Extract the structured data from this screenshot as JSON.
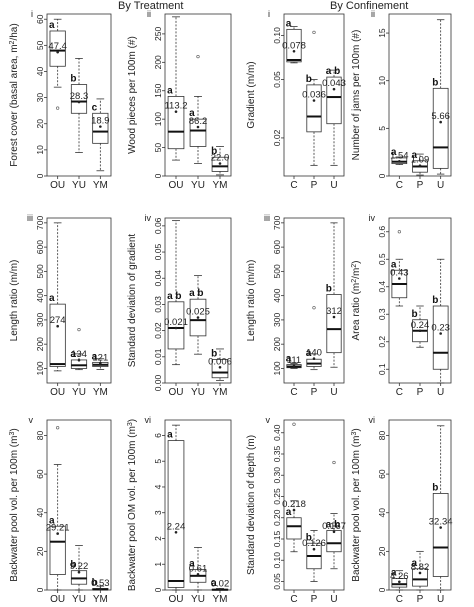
{
  "groups": {
    "left_title": "By Treatment",
    "right_title": "By Confinement"
  },
  "chart_data": [
    {
      "id": "t-i",
      "type": "boxplot",
      "roman": "i",
      "ylabel": "Forest cover (basal area, m²/ha)",
      "categories": [
        "OU",
        "YU",
        "YM"
      ],
      "ylim": [
        0,
        62
      ],
      "yticks": [
        0,
        10,
        20,
        30,
        40,
        50,
        60
      ],
      "log": false,
      "boxes": [
        {
          "wlo": 34,
          "q1": 42,
          "med": 48,
          "q3": 55.5,
          "whi": 60,
          "mean": 47.4,
          "mean_label": "47.4",
          "letter": "a",
          "outliers": [
            26
          ]
        },
        {
          "wlo": 9,
          "q1": 24,
          "med": 28.5,
          "q3": 35,
          "whi": 45,
          "mean": 28.3,
          "mean_label": "28.3",
          "letter": "b",
          "outliers": []
        },
        {
          "wlo": 2,
          "q1": 12.5,
          "med": 17,
          "q3": 24,
          "whi": 29.5,
          "mean": 18.9,
          "mean_label": "18.9",
          "letter": "c",
          "outliers": []
        }
      ]
    },
    {
      "id": "t-ii",
      "type": "boxplot",
      "roman": "ii",
      "ylabel": "Wood pieces per 100m (#)",
      "categories": [
        "OU",
        "YU",
        "YM"
      ],
      "ylim": [
        0,
        285
      ],
      "yticks": [
        0,
        50,
        100,
        150,
        200,
        250
      ],
      "log": false,
      "boxes": [
        {
          "wlo": 28,
          "q1": 48,
          "med": 78,
          "q3": 140,
          "whi": 280,
          "mean": 113.2,
          "mean_label": "113.2",
          "letter": "a",
          "outliers": []
        },
        {
          "wlo": 22,
          "q1": 52,
          "med": 80,
          "q3": 100,
          "whi": 140,
          "mean": 86.2,
          "mean_label": "86.2",
          "letter": "a",
          "outliers": [
            210
          ]
        },
        {
          "wlo": 2,
          "q1": 8,
          "med": 17,
          "q3": 33,
          "whi": 52,
          "mean": 22.0,
          "mean_label": "22.0",
          "letter": "b",
          "outliers": []
        }
      ]
    },
    {
      "id": "c-i",
      "type": "boxplot",
      "roman": "i",
      "ylabel": "Gradient (m/m)",
      "categories": [
        "C",
        "P",
        "U"
      ],
      "ylim": [
        0.011,
        0.14
      ],
      "yticks": [
        0.02,
        0.05,
        0.1
      ],
      "ytick_labels": [
        "0.02",
        "0.05",
        "0.10"
      ],
      "log": true,
      "boxes": [
        {
          "wlo": 0.065,
          "q1": 0.066,
          "med": 0.068,
          "q3": 0.11,
          "whi": 0.115,
          "mean": 0.078,
          "mean_label": "0.078",
          "letter": "a",
          "outliers": []
        },
        {
          "wlo": 0.013,
          "q1": 0.022,
          "med": 0.028,
          "q3": 0.046,
          "whi": 0.05,
          "mean": 0.036,
          "mean_label": "0.036",
          "letter": "b",
          "outliers": [
            0.105
          ]
        },
        {
          "wlo": 0.013,
          "q1": 0.025,
          "med": 0.038,
          "q3": 0.052,
          "whi": 0.058,
          "mean": 0.043,
          "mean_label": "0.043",
          "letter": "a b",
          "outliers": []
        }
      ]
    },
    {
      "id": "c-ii",
      "type": "boxplot",
      "roman": "ii",
      "ylabel": "Number of jams per 100m (#)",
      "categories": [
        "C",
        "P",
        "U"
      ],
      "ylim": [
        0,
        17
      ],
      "yticks": [
        0,
        5,
        10,
        15
      ],
      "log": false,
      "boxes": [
        {
          "wlo": 1.2,
          "q1": 1.3,
          "med": 1.5,
          "q3": 1.9,
          "whi": 2.0,
          "mean": 1.54,
          "mean_label": "1.54",
          "letter": "a",
          "outliers": []
        },
        {
          "wlo": 0.1,
          "q1": 0.4,
          "med": 1.0,
          "q3": 1.6,
          "whi": 2.3,
          "mean": 1.09,
          "mean_label": "1.09",
          "letter": "a",
          "outliers": []
        },
        {
          "wlo": 0.2,
          "q1": 0.8,
          "med": 3.0,
          "q3": 9.2,
          "whi": 16.4,
          "mean": 5.66,
          "mean_label": "5.66",
          "letter": "b",
          "outliers": []
        }
      ]
    },
    {
      "id": "t-iii",
      "type": "boxplot",
      "roman": "iii",
      "ylabel": "Length ratio (m/m)",
      "categories": [
        "OU",
        "YU",
        "YM"
      ],
      "ylim": [
        40,
        720
      ],
      "yticks": [
        100,
        200,
        300,
        400,
        500,
        600,
        700
      ],
      "log": false,
      "boxes": [
        {
          "wlo": 90,
          "q1": 108,
          "med": 118,
          "q3": 365,
          "whi": 700,
          "mean": 274,
          "mean_label": "274",
          "letter": "a",
          "outliers": []
        },
        {
          "wlo": 95,
          "q1": 100,
          "med": 113,
          "q3": 135,
          "whi": 160,
          "mean": 134,
          "mean_label": "134",
          "letter": "a",
          "outliers": [
            260
          ]
        },
        {
          "wlo": 96,
          "q1": 108,
          "med": 115,
          "q3": 125,
          "whi": 140,
          "mean": 121,
          "mean_label": "121",
          "letter": "a",
          "outliers": []
        }
      ]
    },
    {
      "id": "t-iv",
      "type": "boxplot",
      "roman": "iv",
      "ylabel": "Standard deviation of gradient",
      "categories": [
        "OU",
        "YU",
        "YM"
      ],
      "ylim": [
        0,
        0.063
      ],
      "yticks": [
        0,
        0.01,
        0.02,
        0.03,
        0.04,
        0.05,
        0.06
      ],
      "ytick_labels": [
        "0.00",
        "0.01",
        "0.02",
        "0.03",
        "0.04",
        "0.05",
        "0.06"
      ],
      "log": false,
      "boxes": [
        {
          "wlo": 0.007,
          "q1": 0.013,
          "med": 0.021,
          "q3": 0.031,
          "whi": 0.062,
          "mean": 0.021,
          "mean_label": "0.021",
          "letter": "a b",
          "outliers": []
        },
        {
          "wlo": 0.011,
          "q1": 0.018,
          "med": 0.024,
          "q3": 0.032,
          "whi": 0.041,
          "mean": 0.025,
          "mean_label": "0.025",
          "letter": "a b",
          "outliers": []
        },
        {
          "wlo": 0.001,
          "q1": 0.002,
          "med": 0.004,
          "q3": 0.009,
          "whi": 0.013,
          "mean": 0.006,
          "mean_label": "0.006",
          "letter": "b",
          "outliers": []
        }
      ]
    },
    {
      "id": "c-iii",
      "type": "boxplot",
      "roman": "iii",
      "ylabel": "Length ratio (m/m)",
      "categories": [
        "C",
        "P",
        "U"
      ],
      "ylim": [
        40,
        720
      ],
      "yticks": [
        100,
        200,
        300,
        400,
        500,
        600,
        700
      ],
      "log": false,
      "boxes": [
        {
          "wlo": 100,
          "q1": 103,
          "med": 108,
          "q3": 116,
          "whi": 120,
          "mean": 111,
          "mean_label": "111",
          "letter": "a",
          "outliers": []
        },
        {
          "wlo": 95,
          "q1": 108,
          "med": 120,
          "q3": 138,
          "whi": 160,
          "mean": 140,
          "mean_label": "140",
          "letter": "a",
          "outliers": [
            350
          ]
        },
        {
          "wlo": 105,
          "q1": 165,
          "med": 262,
          "q3": 405,
          "whi": 700,
          "mean": 312,
          "mean_label": "312",
          "letter": "b",
          "outliers": []
        }
      ]
    },
    {
      "id": "c-iv",
      "type": "boxplot",
      "roman": "iv",
      "ylabel": "Area ratio (m²/m²)",
      "categories": [
        "C",
        "P",
        "U"
      ],
      "ylim": [
        0.05,
        0.65
      ],
      "yticks": [
        0.1,
        0.2,
        0.3,
        0.4,
        0.5,
        0.6
      ],
      "ytick_labels": [
        "0.1",
        "0.2",
        "0.3",
        "0.4",
        "0.5",
        "0.6"
      ],
      "log": false,
      "boxes": [
        {
          "wlo": 0.33,
          "q1": 0.36,
          "med": 0.41,
          "q3": 0.46,
          "whi": 0.5,
          "mean": 0.43,
          "mean_label": "0.43",
          "letter": "a",
          "outliers": [
            0.6
          ]
        },
        {
          "wlo": 0.18,
          "q1": 0.2,
          "med": 0.24,
          "q3": 0.28,
          "whi": 0.33,
          "mean": 0.24,
          "mean_label": "0.24",
          "letter": "b",
          "outliers": []
        },
        {
          "wlo": 0.05,
          "q1": 0.1,
          "med": 0.16,
          "q3": 0.33,
          "whi": 0.5,
          "mean": 0.23,
          "mean_label": "0.23",
          "letter": "b",
          "outliers": []
        }
      ]
    },
    {
      "id": "t-v",
      "type": "boxplot",
      "roman": "v",
      "ylabel": "Backwater pool vol. per 100m (m³)",
      "categories": [
        "OU",
        "YU",
        "YM"
      ],
      "ylim": [
        0,
        88
      ],
      "yticks": [
        0,
        20,
        40,
        60,
        80
      ],
      "log": false,
      "boxes": [
        {
          "wlo": 0,
          "q1": 8,
          "med": 25,
          "q3": 33,
          "whi": 65,
          "mean": 29.21,
          "mean_label": "29.21",
          "letter": "a",
          "outliers": [
            84
          ]
        },
        {
          "wlo": 0,
          "q1": 3,
          "med": 6,
          "q3": 10,
          "whi": 23,
          "mean": 9.22,
          "mean_label": "9.22",
          "letter": "b",
          "outliers": []
        },
        {
          "wlo": 0,
          "q1": 0.1,
          "med": 0.3,
          "q3": 0.8,
          "whi": 2,
          "mean": 0.53,
          "mean_label": "0.53",
          "letter": "b",
          "outliers": []
        }
      ]
    },
    {
      "id": "t-vi",
      "type": "boxplot",
      "roman": "vi",
      "ylabel": "Backwater pool OM vol. per 100m (m³)",
      "categories": [
        "OU",
        "YU",
        "YM"
      ],
      "ylim": [
        0,
        6.6
      ],
      "yticks": [
        0,
        1,
        2,
        3,
        4,
        5,
        6
      ],
      "log": false,
      "boxes": [
        {
          "wlo": 0,
          "q1": 0.1,
          "med": 0.35,
          "q3": 5.8,
          "whi": 6.4,
          "mean": 2.24,
          "mean_label": "2.24",
          "letter": "a",
          "outliers": []
        },
        {
          "wlo": 0,
          "q1": 0.3,
          "med": 0.55,
          "q3": 0.8,
          "whi": 1.65,
          "mean": 0.61,
          "mean_label": "0.61",
          "letter": "a",
          "outliers": []
        },
        {
          "wlo": 0,
          "q1": 0,
          "med": 0.01,
          "q3": 0.03,
          "whi": 0.06,
          "mean": 0.02,
          "mean_label": "0.02",
          "letter": "a",
          "outliers": []
        }
      ]
    },
    {
      "id": "c-v",
      "type": "boxplot",
      "roman": "v",
      "ylabel": "Standard deviation of depth (m)",
      "categories": [
        "C",
        "P",
        "U"
      ],
      "ylim": [
        0.03,
        0.43
      ],
      "yticks": [
        0.05,
        0.1,
        0.15,
        0.2,
        0.25,
        0.3,
        0.35,
        0.4
      ],
      "ytick_labels": [
        "0.05",
        "0.10",
        "0.15",
        "0.20",
        "0.25",
        "0.30",
        "0.35",
        "0.40"
      ],
      "log": false,
      "boxes": [
        {
          "wlo": 0.12,
          "q1": 0.15,
          "med": 0.18,
          "q3": 0.2,
          "whi": 0.24,
          "mean": 0.218,
          "mean_label": "0.218",
          "letter": "a",
          "outliers": [
            0.42
          ]
        },
        {
          "wlo": 0.05,
          "q1": 0.08,
          "med": 0.11,
          "q3": 0.14,
          "whi": 0.17,
          "mean": 0.126,
          "mean_label": "0.126",
          "letter": "b",
          "outliers": []
        },
        {
          "wlo": 0.08,
          "q1": 0.12,
          "med": 0.14,
          "q3": 0.17,
          "whi": 0.21,
          "mean": 0.167,
          "mean_label": "0.167",
          "letter": "a b",
          "outliers": [
            0.33
          ]
        }
      ]
    },
    {
      "id": "c-vi",
      "type": "boxplot",
      "roman": "vi",
      "ylabel": "Backwater pool vol. per 100m (m³)",
      "categories": [
        "C",
        "P",
        "U"
      ],
      "ylim": [
        0,
        88
      ],
      "yticks": [
        0,
        20,
        40,
        60,
        80
      ],
      "log": false,
      "boxes": [
        {
          "wlo": 0,
          "q1": 1.5,
          "med": 3,
          "q3": 6,
          "whi": 10,
          "mean": 4.26,
          "mean_label": "4.26",
          "letter": "a",
          "outliers": []
        },
        {
          "wlo": 0,
          "q1": 2,
          "med": 5.5,
          "q3": 11,
          "whi": 20,
          "mean": 8.82,
          "mean_label": "8.82",
          "letter": "a",
          "outliers": []
        },
        {
          "wlo": 0,
          "q1": 7,
          "med": 22,
          "q3": 50,
          "whi": 85,
          "mean": 32.34,
          "mean_label": "32.34",
          "letter": "b",
          "outliers": []
        }
      ]
    }
  ]
}
